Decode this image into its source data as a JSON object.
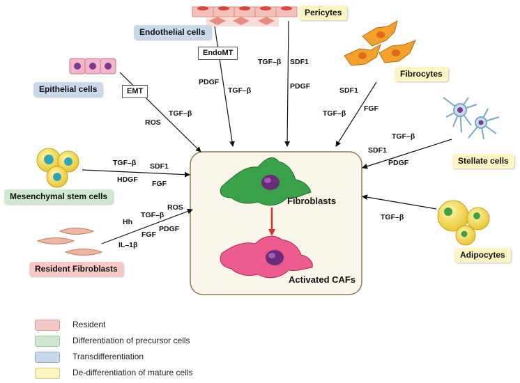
{
  "colors": {
    "resident": "#f6c9c6",
    "differentiation": "#cfe8cf",
    "transdifferentiation": "#c9d9ec",
    "dedifferentiation": "#fdf6c4",
    "center_box": "#fbf6ea",
    "center_border": "#8a7a52",
    "arrow": "#111111",
    "red_arrow": "#d93028"
  },
  "center": {
    "fibroblasts_label": "Fibroblasts",
    "activated_label": "Activated CAFs"
  },
  "sources": {
    "pericytes": {
      "label": "Pericytes",
      "category": "dedifferentiation"
    },
    "endothelial": {
      "label": "Endothelial cells",
      "category": "transdifferentiation"
    },
    "fibrocytes": {
      "label": "Fibrocytes",
      "category": "dedifferentiation"
    },
    "epithelial": {
      "label": "Epithelial cells",
      "category": "transdifferentiation"
    },
    "stellate": {
      "label": "Stellate cells",
      "category": "dedifferentiation"
    },
    "msc": {
      "label": "Mesenchymal stem cells",
      "category": "differentiation"
    },
    "adipocytes": {
      "label": "Adipocytes",
      "category": "dedifferentiation"
    },
    "resident_fib": {
      "label": "Resident Fibroblasts",
      "category": "resident"
    }
  },
  "process_boxes": {
    "endomt": "EndoMT",
    "emt": "EMT"
  },
  "factors": {
    "endothelial": [
      "PDGF",
      "TGF–β"
    ],
    "pericytes": [
      "TGF–β",
      "SDF1",
      "PDGF"
    ],
    "fibrocytes": [
      "SDF1",
      "FGF",
      "TGF–β"
    ],
    "epithelial": [
      "TGF–β",
      "ROS"
    ],
    "stellate": [
      "TGF–β",
      "SDF1",
      "PDGF"
    ],
    "msc": [
      "TGF–β",
      "SDF1",
      "HDGF",
      "FGF"
    ],
    "adipocytes": [
      "TGF–β"
    ],
    "resident_fib": [
      "ROS",
      "TGF–β",
      "Hh",
      "PDGF",
      "FGF",
      "IL–1β"
    ]
  },
  "legend": [
    {
      "label": "Resident",
      "color": "#f6c9c6"
    },
    {
      "label": "Differentiation of precursor cells",
      "color": "#cfe8cf"
    },
    {
      "label": "Transdifferentiation",
      "color": "#c9d9ec"
    },
    {
      "label": "De-differentiation of mature cells",
      "color": "#fdf6c4"
    }
  ]
}
